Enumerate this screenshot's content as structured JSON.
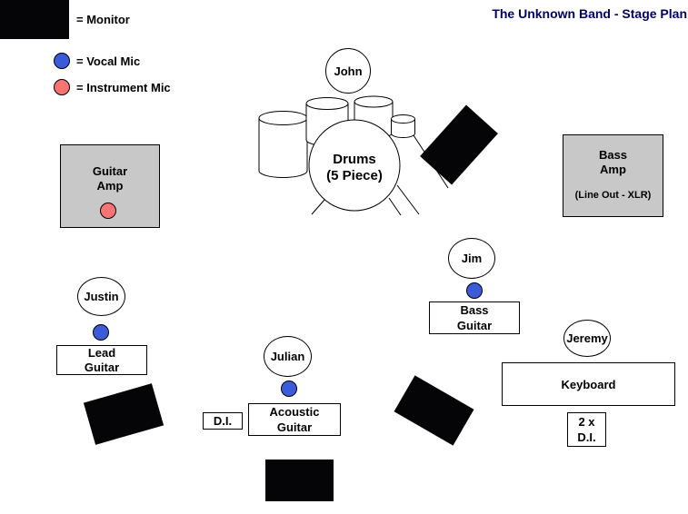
{
  "title": "The Unknown Band - Stage Plan",
  "legend": {
    "monitor_label": "= Monitor",
    "vocal_mic_label": "= Vocal Mic",
    "instrument_mic_label": "= Instrument Mic"
  },
  "colors": {
    "vocal_mic_blue": "#3B5BD9",
    "instrument_mic_red": "#F87474",
    "amp_gray": "#C8C8C8",
    "monitor_black": "#050508",
    "title_navy": "#000066"
  },
  "performers": {
    "drummer": "John",
    "bassist": "Jim",
    "lead_guitarist": "Justin",
    "acoustic_guitarist": "Julian",
    "keyboardist": "Jeremy"
  },
  "drums": {
    "line1": "Drums",
    "line2": "(5 Piece)"
  },
  "amps": {
    "guitar_amp": {
      "line1": "Guitar",
      "line2": "Amp"
    },
    "bass_amp": {
      "line1": "Bass",
      "line2": "Amp",
      "note": "(Line Out - XLR)"
    }
  },
  "instruments": {
    "bass_guitar": {
      "line1": "Bass",
      "line2": "Guitar"
    },
    "lead_guitar": {
      "line1": "Lead",
      "line2": "Guitar"
    },
    "acoustic_guitar": {
      "line1": "Acoustic",
      "line2": "Guitar"
    },
    "keyboard": "Keyboard",
    "di": "D.I.",
    "di_double": {
      "line1": "2 x",
      "line2": "D.I."
    }
  }
}
